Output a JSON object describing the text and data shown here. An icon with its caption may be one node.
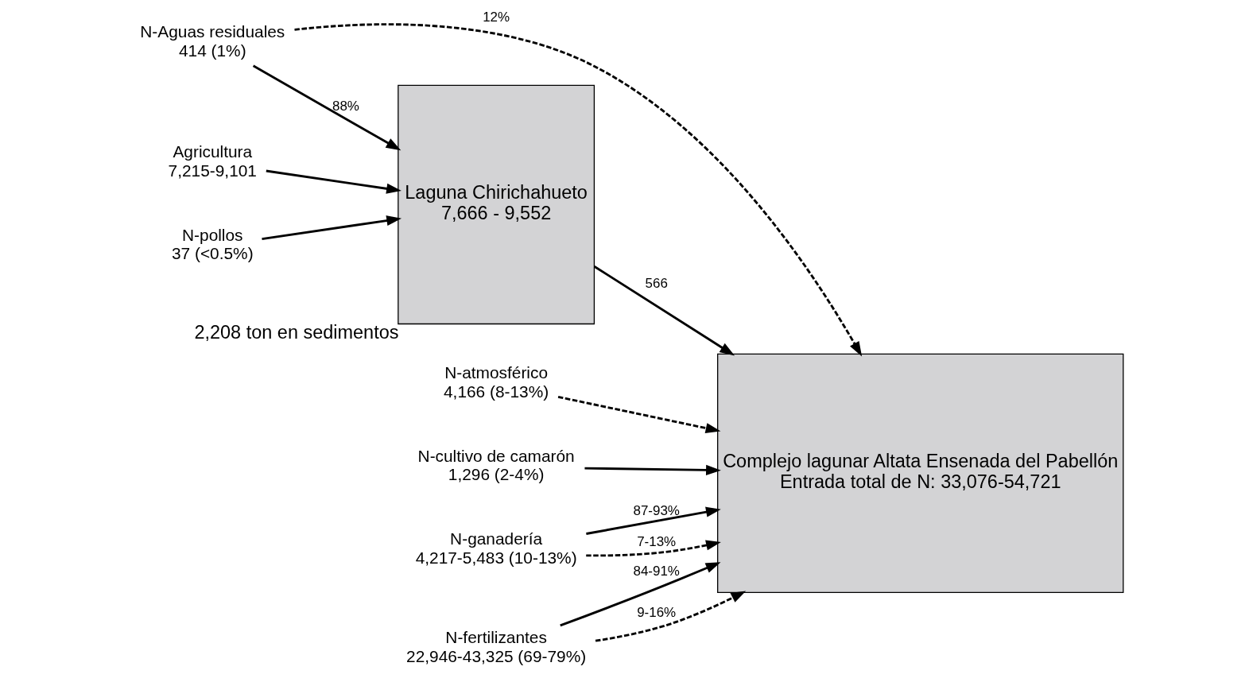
{
  "diagram": {
    "nodes": [
      {
        "text": [
          "N-Aguas residuales",
          "414 (1%)"
        ]
      },
      {
        "text": [
          "N-atmosférico",
          "4,166 (8-13%)"
        ]
      },
      {
        "text": [
          "N-cultivo de camarón",
          "1,296 (2-4%)"
        ]
      },
      {
        "text": [
          "Agricultura",
          "7,215-9,101"
        ]
      },
      {
        "text": [
          "Laguna Chirichahueto",
          "7,666 - 9,552"
        ],
        "beside": [
          "2,208 ton en sedimentos"
        ]
      },
      {
        "text": [
          "Complejo lagunar Altata Ensenada del Pabellón",
          "Entrada total de N: 33,076-54,721"
        ]
      },
      {
        "text": [
          "N-ganadería",
          "4,217-5,483 (10-13%)"
        ]
      },
      {
        "text": [
          "N-fertilizantes",
          "22,946-43,325 (69-79%)"
        ]
      },
      {
        "text": [
          "N-pollos",
          "37 (<0.5%)"
        ]
      }
    ],
    "edges": [
      {
        "from": 0,
        "to": 4,
        "arrow": "to",
        "label": "88%"
      },
      {
        "from": 0,
        "to": 5,
        "arrow": "to",
        "label": "12%",
        "style": "dashed"
      },
      {
        "from": 1,
        "to": 5,
        "arrow": "to",
        "style": "dashed"
      },
      {
        "from": 7,
        "to": 5,
        "arrow": "to",
        "label": "84-91%"
      },
      {
        "from": 6,
        "to": 5,
        "arrow": "to",
        "label": "87-93%"
      },
      {
        "from": 2,
        "to": 5,
        "arrow": "to"
      },
      {
        "from": 3,
        "to": 4,
        "arrow": "to"
      },
      {
        "from": 8,
        "to": 4,
        "arrow": "to"
      },
      {
        "from": 4,
        "to": 5,
        "arrow": "to",
        "label": "566"
      },
      {
        "from": 6,
        "to": 5,
        "arrow": "to",
        "label": "7-13%",
        "style": "dashed"
      },
      {
        "from": 7,
        "to": 5,
        "arrow": "to",
        "label": "9-16%",
        "style": "dashed"
      }
    ]
  }
}
